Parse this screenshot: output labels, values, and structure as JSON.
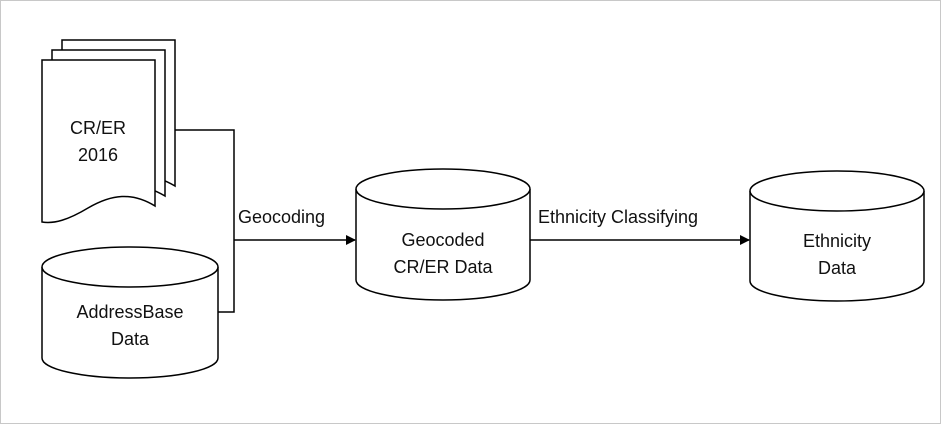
{
  "diagram": {
    "nodes": {
      "crer": {
        "line1": "CR/ER",
        "line2": "2016"
      },
      "addressbase": {
        "line1": "AddressBase",
        "line2": "Data"
      },
      "geocoded": {
        "line1": "Geocoded",
        "line2": "CR/ER Data"
      },
      "ethnicity": {
        "line1": "Ethnicity",
        "line2": "Data"
      }
    },
    "edges": {
      "geocoding": "Geocoding",
      "classifying": "Ethnicity Classifying"
    },
    "colors": {
      "stroke": "#000000",
      "fill": "#ffffff",
      "frame": "#c8c8c8"
    }
  }
}
